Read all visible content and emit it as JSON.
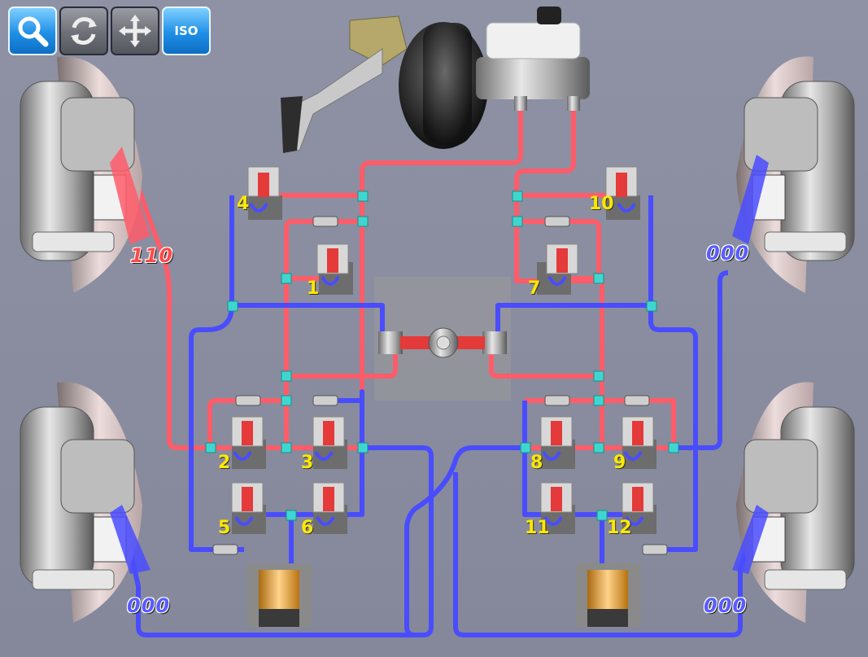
{
  "toolbar": {
    "buttons": [
      {
        "name": "zoom",
        "icon": "magnifier-icon",
        "state": "active"
      },
      {
        "name": "rotate",
        "icon": "rotate-icon",
        "state": "inactive"
      },
      {
        "name": "pan",
        "icon": "move-arrows-icon",
        "state": "inactive"
      },
      {
        "name": "iso",
        "icon": "iso-view-icon",
        "label": "ISO",
        "state": "active"
      }
    ]
  },
  "wheels": {
    "front_left": {
      "readout": "110",
      "color": "#ff4a4a"
    },
    "front_right": {
      "readout": "000",
      "color": "#5a5cff"
    },
    "rear_left": {
      "readout": "000",
      "color": "#5a5cff"
    },
    "rear_right": {
      "readout": "000",
      "color": "#5a5cff"
    }
  },
  "valves": {
    "v1": "1",
    "v2": "2",
    "v3": "3",
    "v4": "4",
    "v5": "5",
    "v6": "6",
    "v7": "7",
    "v8": "8",
    "v9": "9",
    "v10": "10",
    "v11": "11",
    "v12": "12"
  },
  "colors": {
    "pressure_line": "#ff5c6a",
    "return_line": "#4a4cff",
    "junction": "#3fd6d0",
    "valve_label": "#ffe800"
  }
}
